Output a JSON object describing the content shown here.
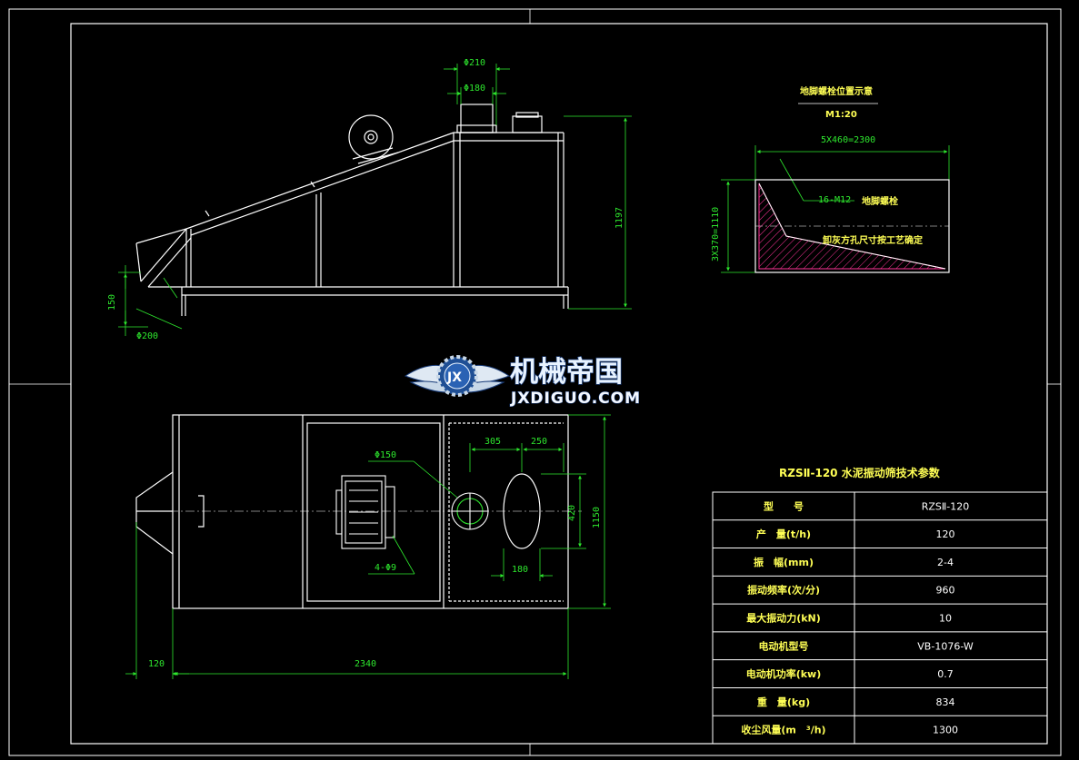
{
  "side_view": {
    "outlet_outer_dia": "Φ210",
    "outlet_inner_dia": "Φ180",
    "height": "1197",
    "inlet_height": "150",
    "inlet_dia": "Φ200"
  },
  "anchor_plan": {
    "title": "地脚螺栓位置示意",
    "scale": "M1:20",
    "width_dim": "5X460=2300",
    "height_dim": "3X370=1110",
    "bolt_callout": "16-M12",
    "bolt_label": "地脚螺栓",
    "hole_note": "卸灰方孔尺寸按工艺确定"
  },
  "top_view": {
    "port_dim_a": "305",
    "port_dim_b": "250",
    "port_dia": "Φ150",
    "port_height": "420",
    "overall_width": "1150",
    "port_width": "180",
    "motor_holes": "4-Φ9",
    "inlet_length": "120",
    "overall_length": "2340"
  },
  "watermark": {
    "cn": "机械帝国",
    "en": "JXDIGUO.COM",
    "badge": "JX"
  },
  "spec_table": {
    "title": "RZSⅡ-120 水泥振动筛技术参数",
    "rows": [
      {
        "key": "型　　号",
        "value": "RZSⅡ-120"
      },
      {
        "key": "产　量(t/h)",
        "value": "120"
      },
      {
        "key": "振　幅(mm)",
        "value": "2-4"
      },
      {
        "key": "振动频率(次/分)",
        "value": "960"
      },
      {
        "key": "最大振动力(kN)",
        "value": "10"
      },
      {
        "key": "电动机型号",
        "value": "VB-1076-W"
      },
      {
        "key": "电动机功率(kw)",
        "value": "0.7"
      },
      {
        "key": "重　量(kg)",
        "value": "834"
      },
      {
        "key": "收尘风量(m　³/h)",
        "value": "1300"
      }
    ]
  },
  "colors": {
    "background": "#000000",
    "geometry": "#ffffff",
    "dimension": "#2ee82e",
    "label": "#ffff55",
    "hatch": "#ff3399"
  }
}
